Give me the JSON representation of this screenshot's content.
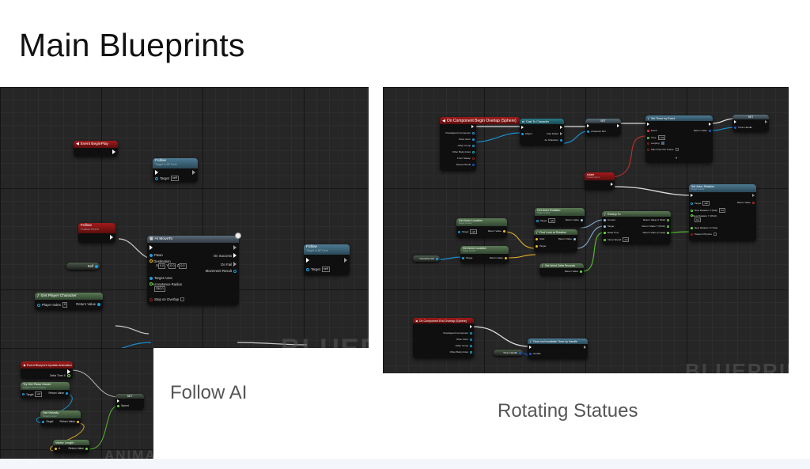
{
  "slide": {
    "title": "Main Blueprints",
    "captions": {
      "follow_ai": "Follow AI",
      "rotating_statues": "Rotating Statues"
    },
    "watermarks": {
      "blueprint": "BLUEPRI",
      "animation": "ANIMATIO",
      "blueprint_right": "BLUEPRIN"
    }
  },
  "colors": {
    "exec": "#ffffff",
    "object_pin": "#1a9fe0",
    "vector_pin": "#f2c21a",
    "float_pin": "#6de04a",
    "bool_pin": "#8c1f1f",
    "struct_pin": "#1a5ad0",
    "wire_object": "#1a8fd0",
    "wire_vector": "#d6a52b",
    "wire_float": "#55b82f",
    "wire_bool": "#b03030"
  },
  "follow_ai": {
    "event_begin_play": {
      "title": "Event BeginPlay"
    },
    "follow_call_1": {
      "title": "Follow",
      "subtitle": "Target is BP Deer",
      "target_label": "Target",
      "target_value": "self"
    },
    "follow_event": {
      "title": "Follow",
      "subtitle": "Custom Event"
    },
    "self_var": {
      "label": "Self"
    },
    "get_player_character": {
      "title": "Get Player Character",
      "player_index_label": "Player Index",
      "player_index_value": "0",
      "return_label": "Return Value"
    },
    "ai_move_to": {
      "title": "AI MoveTo",
      "pins_in": [
        "Pawn",
        "Destination",
        "Target Actor",
        "Acceptance Radius",
        "Stop on Overlap"
      ],
      "destination": {
        "x": "0.0",
        "y": "0.0",
        "z": "0.0"
      },
      "acceptance_radius": "250.0",
      "pins_out": [
        "On Success",
        "On Fail",
        "Movement Result"
      ]
    },
    "follow_call_2": {
      "title": "Follow",
      "subtitle": "Target is BP Deer",
      "target_label": "Target",
      "target_value": "self"
    }
  },
  "animation": {
    "event_update": {
      "title": "Event Blueprint Update Animation",
      "delta_label": "Delta Time X"
    },
    "try_get_pawn": {
      "title": "Try Get Pawn Owner",
      "subtitle": "Target is Anim Instance",
      "target_label": "Target",
      "target_value": "self",
      "return_label": "Return Value"
    },
    "get_velocity": {
      "title": "Get Velocity",
      "subtitle": "Target is Actor",
      "target_label": "Target",
      "return_label": "Return Value"
    },
    "vector_length": {
      "title": "Vector Length",
      "a_label": "A",
      "return_label": "Return Value"
    },
    "set_speed": {
      "title": "SET",
      "speed_label": "Speed"
    }
  },
  "rotating": {
    "begin_overlap": {
      "title": "On Component Begin Overlap (Sphere)",
      "pins": [
        "Overlapped Component",
        "Other Actor",
        "Other Comp",
        "Other Body Index",
        "From Sweep",
        "Sweep Result"
      ]
    },
    "cast_to_character": {
      "title": "Cast To Character",
      "object_label": "Object",
      "cast_failed": "Cast Failed",
      "as_character": "As Character"
    },
    "set_character_ref": {
      "title": "SET",
      "label": "Character Ref"
    },
    "set_timer": {
      "title": "Set Timer by Event",
      "event_label": "Event",
      "time_label": "Time",
      "time_value": "0.01",
      "looping_label": "Looping",
      "max_once_label": "Max Once Per Frame",
      "return_label": "Return Value"
    },
    "set_timer_handle": {
      "title": "SET",
      "label": "Timer Handle"
    },
    "rotate_event": {
      "title": "rotate",
      "subtitle": "Custom Event"
    },
    "set_actor_rotation": {
      "title": "Set Actor Rotation",
      "subtitle": "Target is Actor",
      "target_label": "Target",
      "target_value": "self",
      "return_label": "Return Value",
      "roll_label": "New Rotation X (Roll)",
      "roll_value": "0.0",
      "pitch_label": "New Rotation Y (Pitch)",
      "pitch_value": "0.0",
      "yaw_label": "New Rotation Z (Yaw)",
      "teleport_label": "Teleport Physics"
    },
    "get_actor_rotation": {
      "title": "Get Actor Rotation",
      "subtitle": "Target is Actor",
      "target_label": "Target",
      "target_value": "self",
      "return_label": "Return Value"
    },
    "get_actor_location_1": {
      "title": "Get Actor Location",
      "subtitle": "Target is Actor",
      "target_label": "Target",
      "target_value": "self",
      "return_label": "Return Value"
    },
    "find_look_at": {
      "title": "Find Look at Rotation",
      "start_label": "Start",
      "target_label": "Target",
      "return_label": "Return Value"
    },
    "rinterp_to": {
      "title": "RInterp To",
      "current": "Current",
      "target": "Target",
      "delta_time": "Delta Time",
      "interp_speed": "Interp Speed",
      "interp_value": "1.0",
      "out_x": "Return Value X (Roll)",
      "out_y": "Return Value Y (Pitch)",
      "out_z": "Return Value Z (Yaw)"
    },
    "character_ref_var": {
      "label": "Character Ref"
    },
    "get_actor_location_2": {
      "title": "Get Actor Location",
      "subtitle": "Target is Actor",
      "target_label": "Target",
      "return_label": "Return Value"
    },
    "get_world_delta": {
      "title": "Get World Delta Seconds",
      "return_label": "Return Value"
    },
    "end_overlap": {
      "title": "On Component End Overlap (Sphere)",
      "pins": [
        "Overlapped Component",
        "Other Actor",
        "Other Comp",
        "Other Body Index"
      ]
    },
    "timer_handle_var": {
      "label": "Timer Handle"
    },
    "clear_timer": {
      "title": "Clear and Invalidate Timer by Handle",
      "handle_label": "Handle"
    }
  }
}
